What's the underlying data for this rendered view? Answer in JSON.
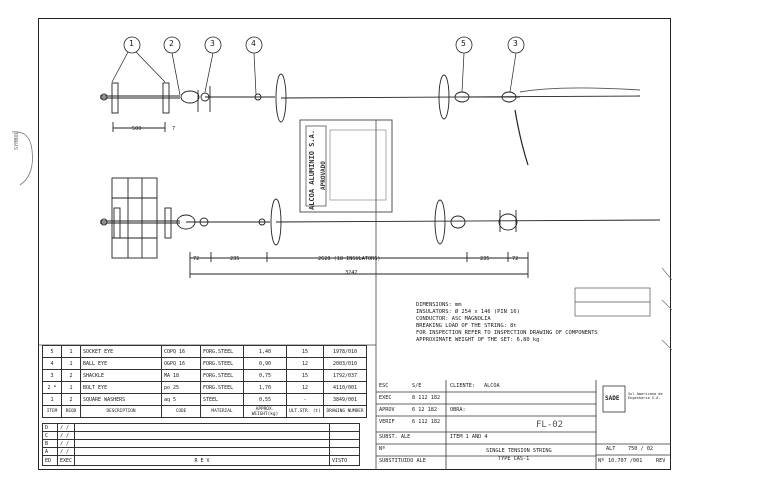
{
  "callouts": [
    "1",
    "2",
    "3",
    "4",
    "5",
    "3"
  ],
  "dims": {
    "d500": "500",
    "d7": "7",
    "d72a": "72",
    "d235a": "235",
    "d2628": "2628 (18 INSULATORS)",
    "d235b": "235",
    "d72b": "72",
    "d3242": "3242"
  },
  "notes": [
    "DIMENSIONS: mm",
    "INSULATORS: Ø 254 x 146 (PIN 16)",
    "CONDUCTOR: ASC MAGNOLIA",
    "BREAKING LOAD OF THE STRING: 8t",
    "FOR INSPECTION REFER TO INSPECTION DRAWING OF COMPONENTS",
    "APPROXIMATE WEIGHT OF THE SET: 6,80 kg"
  ],
  "bom_rows": [
    {
      "item": "5",
      "reqd": "1",
      "desc": "SOCKET EYE",
      "code": "COPQ 16",
      "mat": "FORG.STEEL",
      "wt": "1,40",
      "ult": "15",
      "dwg": "1978/010"
    },
    {
      "item": "4",
      "reqd": "1",
      "desc": "BALL EYE",
      "code": "OGPQ 16",
      "mat": "FORG.STEEL",
      "wt": "0,90",
      "ult": "12",
      "dwg": "2003/010"
    },
    {
      "item": "3",
      "reqd": "2",
      "desc": "SHACKLE",
      "code": "MA 18",
      "mat": "FORG.STEEL",
      "wt": "0,75",
      "ult": "15",
      "dwg": "1792/037"
    },
    {
      "item": "2 *",
      "reqd": "1",
      "desc": "BOLT EYE",
      "code": "po 25",
      "mat": "FORG.STEEL",
      "wt": "1,70",
      "ult": "12",
      "dwg": "4110/001"
    },
    {
      "item": "1",
      "reqd": "2",
      "desc": "SQUARE WASHERS",
      "code": "aq 5",
      "mat": "STEEL",
      "wt": "0,55",
      "ult": "-",
      "dwg": "3849/001"
    }
  ],
  "bom_header": {
    "item": "ITEM",
    "reqd": "REQD",
    "desc": "DESCRIPTION",
    "code": "CODE",
    "mat": "MATERIAL",
    "wt": "APPROX. WEIGHT(kg)",
    "ult": "ULT.STR. (t)",
    "dwg": "DRAWING NUMBER"
  },
  "rev_rows": [
    "D",
    "C",
    "B",
    "A"
  ],
  "rev_footer": {
    "ed": "ED",
    "exec": "EXEC",
    "rev": "R E V",
    "visto": "VISTO"
  },
  "title_block": {
    "esc_label": "ESC",
    "esc_value": "S/E",
    "client_label": "CLIENTE:",
    "client_value": "ALCOA",
    "exec_label": "EXEC",
    "exec_value": "8 112 182",
    "approv_label": "APROV",
    "approv_value": "6 12 182",
    "obra_label": "OBRA:",
    "verif_label": "VERIF",
    "verif_value": "6 112 182",
    "subst_label": "SUBST. ALE",
    "subst_value": "ITEM 1 AND 4",
    "nr_label": "Nº",
    "subst_por_label": "SUBSTITUIDO ALE",
    "title_line1": "SINGLE TENSION STRING",
    "title_line2": "TYPE CAS-1",
    "alt_label": "ALT",
    "alt_value": "750 / 02",
    "nr2_label": "Nº",
    "nr2_value": "10.707 /001",
    "rev_label": "REV",
    "logo_text": "SADE",
    "logo_sub": "Sul Americana de Engenharia S.A.",
    "handwritten": "FL-02"
  },
  "stamp": {
    "line1": "ALCOA ALUMINIO S.A.",
    "line2": "APROVADO"
  },
  "side_note": "SYMBOL"
}
